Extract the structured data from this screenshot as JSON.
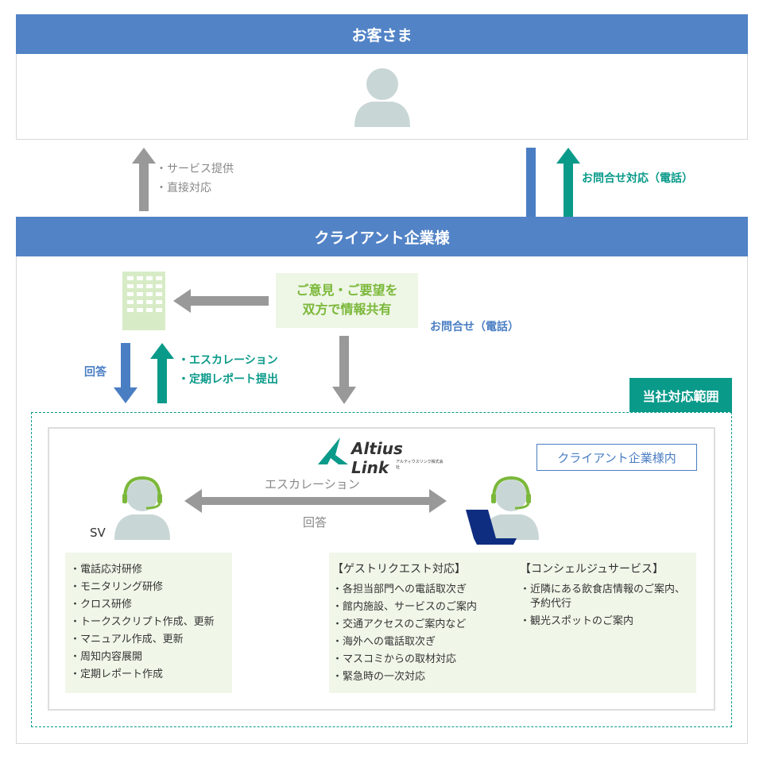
{
  "customer": {
    "title": "お客さま"
  },
  "client": {
    "title": "クライアント企業様"
  },
  "top_arrow_labels": [
    "・サービス提供",
    "・直接対応"
  ],
  "inquiry_response": "お問合せ対応（電話）",
  "inquiry": "お問合せ（電話）",
  "feedback": {
    "line1": "ご意見・ご要望を",
    "line2": "双方で情報共有"
  },
  "answer": "回答",
  "escalation_labels": [
    "・エスカレーション",
    "・定期レポート提出"
  ],
  "scope_badge": "当社対応範囲",
  "inside_client": "クライアント企業様内",
  "logo": {
    "name": "Altius Link",
    "sub": "アルティウスリンク株式会社"
  },
  "sv_label": "SV",
  "center_arrow": {
    "top": "エスカレーション",
    "bottom": "回答"
  },
  "sv_list": [
    "・電話応対研修",
    "・モニタリング研修",
    "・クロス研修",
    "・トークスクリプト作成、更新",
    "・マニュアル作成、更新",
    "・周知内容展開",
    "・定期レポート作成"
  ],
  "guest": {
    "heading": "【ゲストリクエスト対応】",
    "items": [
      "・各担当部門への電話取次ぎ",
      "・館内施設、サービスのご案内",
      "・交通アクセスのご案内など",
      "・海外への電話取次ぎ",
      "・マスコミからの取材対応",
      "・緊急時の一次対応"
    ]
  },
  "concierge": {
    "heading": "【コンシェルジュサービス】",
    "items": [
      "・近隣にある飲食店情報のご案内、",
      "　予約代行",
      "・観光スポットのご案内"
    ]
  },
  "colors": {
    "header": "#5283c6",
    "teal": "#0a9a8a",
    "green": "#7bb83a",
    "arrow_gray": "#999999",
    "person": "#c9d6d6"
  }
}
